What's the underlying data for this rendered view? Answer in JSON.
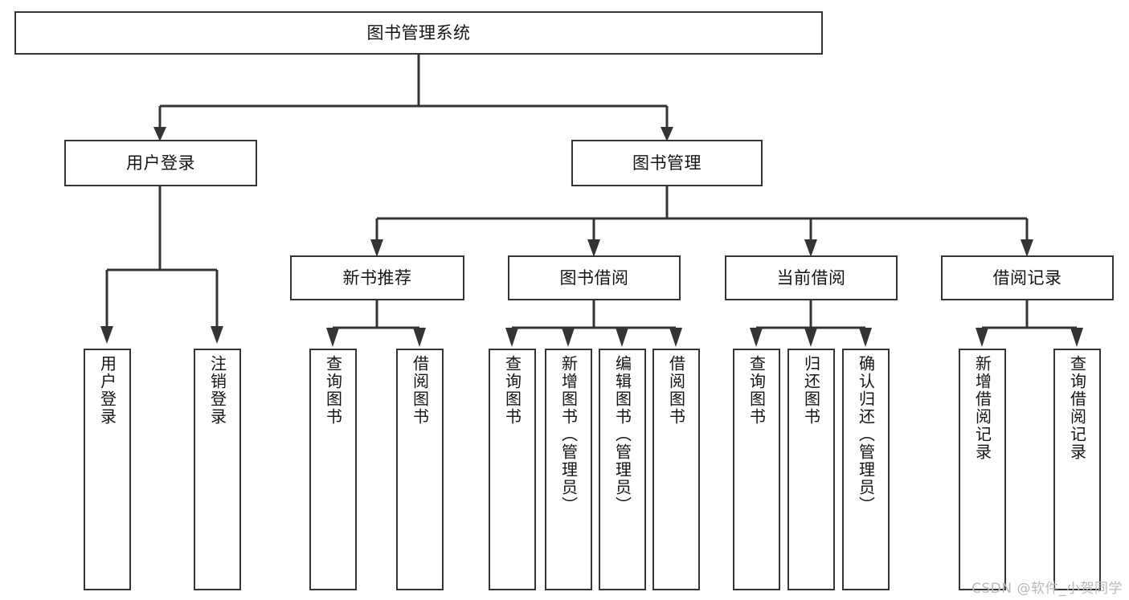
{
  "diagram": {
    "type": "tree-hierarchy",
    "title": "图书管理系统",
    "root": {
      "id": "root",
      "label": "图书管理系统",
      "orientation": "horizontal"
    },
    "level2": [
      {
        "id": "user-login",
        "label": "用户登录",
        "orientation": "horizontal"
      },
      {
        "id": "book-manage",
        "label": "图书管理",
        "orientation": "horizontal"
      }
    ],
    "level3": [
      {
        "id": "new-book-recommend",
        "label": "新书推荐",
        "orientation": "horizontal",
        "parent": "book-manage"
      },
      {
        "id": "book-borrow",
        "label": "图书借阅",
        "orientation": "horizontal",
        "parent": "book-manage"
      },
      {
        "id": "current-borrow",
        "label": "当前借阅",
        "orientation": "horizontal",
        "parent": "book-manage"
      },
      {
        "id": "borrow-record",
        "label": "借阅记录",
        "orientation": "horizontal",
        "parent": "book-manage"
      }
    ],
    "leaves": [
      {
        "id": "leaf-user-login",
        "label": "用户登录",
        "orientation": "vertical",
        "parent": "user-login"
      },
      {
        "id": "leaf-logout-login",
        "label": "注销登录",
        "orientation": "vertical",
        "parent": "user-login"
      },
      {
        "id": "leaf-query-book-1",
        "label": "查询图书",
        "orientation": "vertical",
        "parent": "new-book-recommend"
      },
      {
        "id": "leaf-borrow-book-1",
        "label": "借阅图书",
        "orientation": "vertical",
        "parent": "new-book-recommend"
      },
      {
        "id": "leaf-query-book-2",
        "label": "查询图书",
        "orientation": "vertical",
        "parent": "book-borrow"
      },
      {
        "id": "leaf-add-book",
        "label": "新增图书（管理员）",
        "orientation": "vertical",
        "parent": "book-borrow"
      },
      {
        "id": "leaf-edit-book",
        "label": "编辑图书（管理员）",
        "orientation": "vertical",
        "parent": "book-borrow"
      },
      {
        "id": "leaf-borrow-book-2",
        "label": "借阅图书",
        "orientation": "vertical",
        "parent": "book-borrow"
      },
      {
        "id": "leaf-query-book-3",
        "label": "查询图书",
        "orientation": "vertical",
        "parent": "current-borrow"
      },
      {
        "id": "leaf-return-book",
        "label": "归还图书",
        "orientation": "vertical",
        "parent": "current-borrow"
      },
      {
        "id": "leaf-confirm-return",
        "label": "确认归还（管理员）",
        "orientation": "vertical",
        "parent": "current-borrow"
      },
      {
        "id": "leaf-add-record",
        "label": "新增借阅记录",
        "orientation": "vertical",
        "parent": "borrow-record"
      },
      {
        "id": "leaf-query-record",
        "label": "查询借阅记录",
        "orientation": "vertical",
        "parent": "borrow-record"
      }
    ],
    "colors": {
      "border": "#343434",
      "box_fill": "#ffffff",
      "text": "#141414",
      "background": "#ffffff",
      "watermark": "#b9b9b9"
    }
  },
  "watermark": {
    "text": "CSDN @软件_小贺同学"
  }
}
